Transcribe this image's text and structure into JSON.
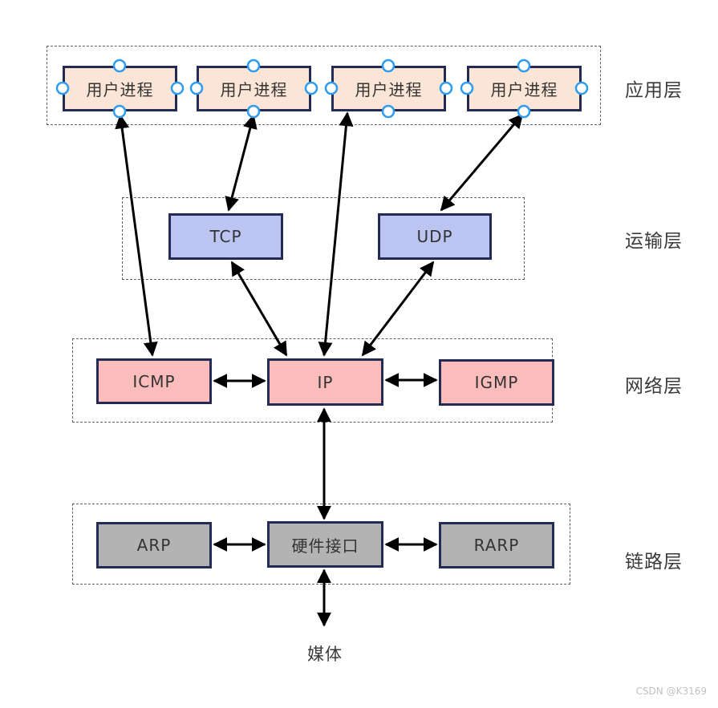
{
  "diagram": {
    "title_implicit": "TCP/IP protocol stack",
    "layers": [
      {
        "id": "app",
        "label": "应用层"
      },
      {
        "id": "transport",
        "label": "运输层"
      },
      {
        "id": "network",
        "label": "网络层"
      },
      {
        "id": "link",
        "label": "链路层"
      }
    ],
    "nodes": {
      "up1": "用户进程",
      "up2": "用户进程",
      "up3": "用户进程",
      "up4": "用户进程",
      "tcp": "TCP",
      "udp": "UDP",
      "icmp": "ICMP",
      "ip": "IP",
      "igmp": "IGMP",
      "arp": "ARP",
      "hw": "硬件接口",
      "rarp": "RARP"
    },
    "media_label": "媒体",
    "connections": [
      {
        "from": "用户进程-1",
        "to": "ICMP",
        "bidirectional": true
      },
      {
        "from": "用户进程-2",
        "to": "TCP",
        "bidirectional": true
      },
      {
        "from": "用户进程-3",
        "to": "IP",
        "bidirectional": true
      },
      {
        "from": "用户进程-4",
        "to": "UDP",
        "bidirectional": true
      },
      {
        "from": "TCP",
        "to": "IP",
        "bidirectional": true
      },
      {
        "from": "UDP",
        "to": "IP",
        "bidirectional": true
      },
      {
        "from": "ICMP",
        "to": "IP",
        "bidirectional": true
      },
      {
        "from": "IP",
        "to": "IGMP",
        "bidirectional": true
      },
      {
        "from": "IP",
        "to": "硬件接口",
        "bidirectional": true
      },
      {
        "from": "ARP",
        "to": "硬件接口",
        "bidirectional": true
      },
      {
        "from": "硬件接口",
        "to": "RARP",
        "bidirectional": true
      },
      {
        "from": "硬件接口",
        "to": "媒体",
        "bidirectional": true
      }
    ],
    "colors": {
      "app_fill": "#fbe5d6",
      "transport_fill": "#bcc4f2",
      "network_fill": "#fbbcbc",
      "link_fill": "#b3b3b3",
      "node_border": "#232a54",
      "handle_ring": "#2d9bf0",
      "arrow": "#000000",
      "frame_dash": "#5f5f5f"
    }
  },
  "watermark": "CSDN @K3169"
}
